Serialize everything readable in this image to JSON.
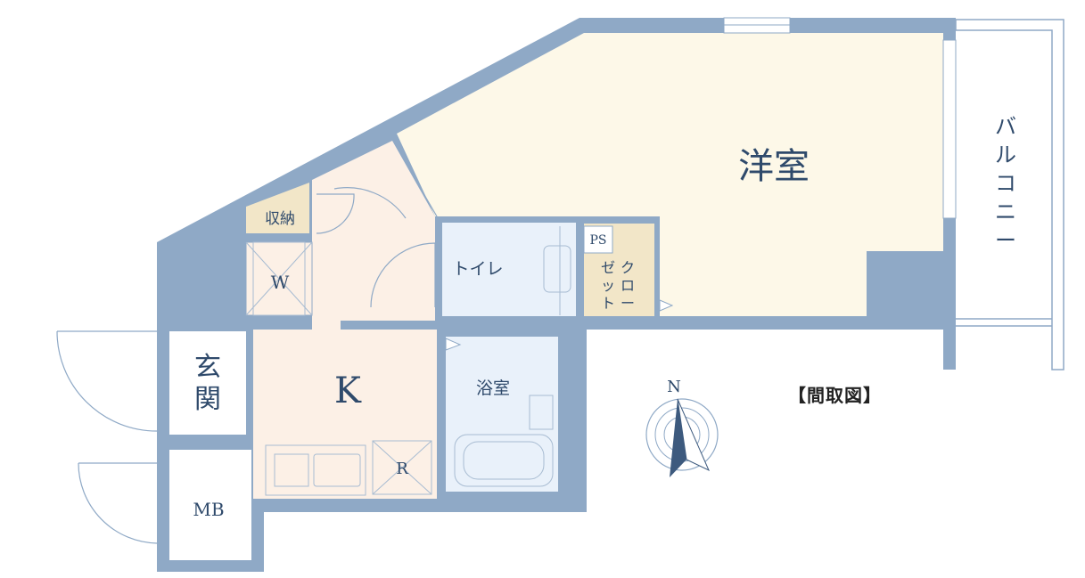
{
  "title": "【間取図】",
  "rooms": {
    "western": "洋室",
    "storage": "収納",
    "washer": "W",
    "toilet": "トイレ",
    "ps": "PS",
    "closet_col1": "ゼ\nッ\nト",
    "closet_col2": "ク\nロ\nー",
    "entrance_1": "玄",
    "entrance_2": "関",
    "kitchen": "K",
    "bath": "浴室",
    "fridge": "R",
    "meter_box": "MB",
    "balcony": "バ\nル\nコ\nニ\nー"
  },
  "compass": {
    "label": "N"
  },
  "colors": {
    "wall": "#8fa9c6",
    "western_floor": "#fdf8e8",
    "kitchen_floor": "#fcf0e6",
    "wet_floor": "#e9f1fa",
    "storage_floor": "#f2e6c8",
    "line": "#3d5a7e"
  }
}
